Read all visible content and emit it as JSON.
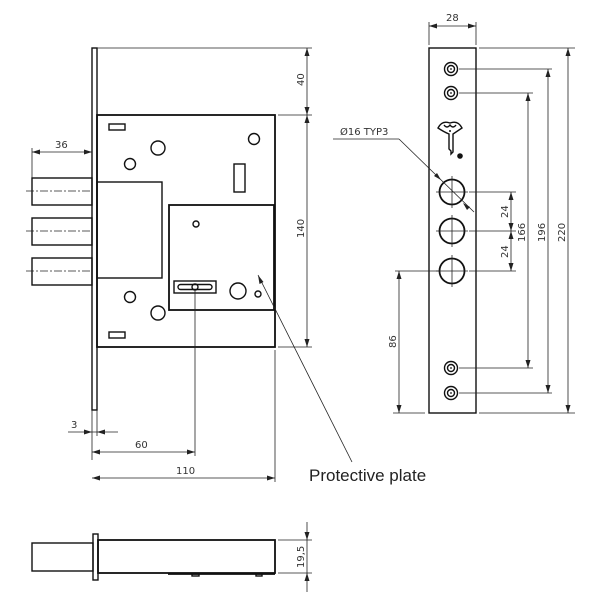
{
  "drawing": {
    "title": "Mortise lock technical drawing",
    "callout_label": "Protective plate",
    "hole_note": "Ø16 TYP3",
    "dimensions": {
      "side_top_offset": "40",
      "side_body_height": "140",
      "bolt_projection": "36",
      "faceplate_thickness": "3",
      "backset": "60",
      "body_width": "110",
      "body_depth": "19,5",
      "faceplate_width": "28",
      "hole_spacing_upper": "24",
      "hole_spacing_lower": "24",
      "inner_screw_spacing": "166",
      "outer_screw_spacing": "196",
      "faceplate_length": "220",
      "lower_hole_height": "86"
    }
  }
}
